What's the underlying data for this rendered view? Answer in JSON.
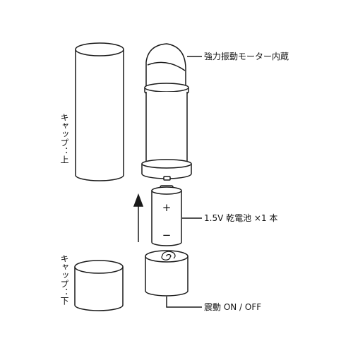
{
  "labels": {
    "motor": "強力振動モーター内蔵",
    "battery": "1.5V 乾電池 ×1 本",
    "switch": "震動 ON / OFF",
    "cap_top": "キャップ：上",
    "cap_bottom": "キャップ：下"
  },
  "battery_marks": {
    "plus": "+",
    "minus": "−"
  },
  "colors": {
    "stroke": "#1a1a1a",
    "fill": "#ffffff",
    "text": "#111111"
  }
}
